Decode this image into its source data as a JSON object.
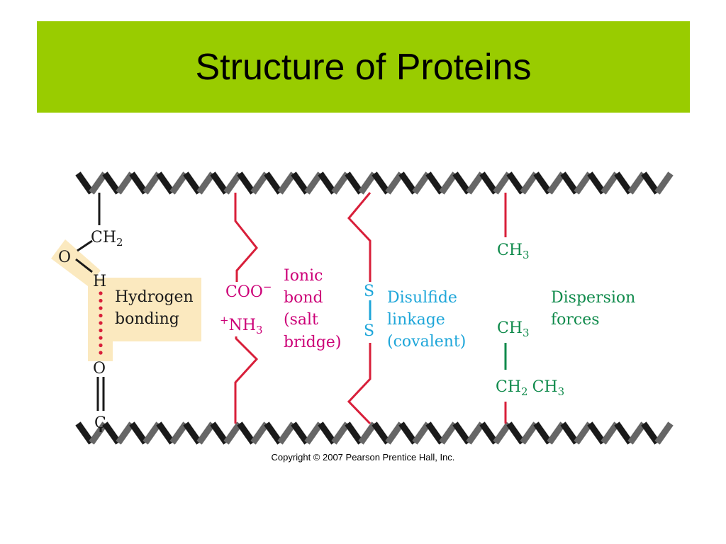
{
  "slide": {
    "title": "Structure of Proteins",
    "copyright": "Copyright © 2007 Pearson Prentice Hall, Inc."
  },
  "colors": {
    "title_bar": "#99cc00",
    "backbone_dark": "#1a1a1a",
    "backbone_light": "#666666",
    "hydrogen_highlight": "#fbe9bf",
    "ionic": "#cc0077",
    "link_red": "#d81f3a",
    "disulfide": "#1ea6d9",
    "dispersion": "#0f8a4b"
  },
  "hydrogen": {
    "ch2": "CH",
    "ch2_sub": "2",
    "o_top": "O",
    "h": "H",
    "o_bottom": "O",
    "c": "C",
    "label_1": "Hydrogen",
    "label_2": "bonding"
  },
  "ionic": {
    "coo": "COO",
    "coo_sup": "−",
    "nh3_sup": "+",
    "nh3": "NH",
    "nh3_sub": "3",
    "label_1": "Ionic",
    "label_2": "bond",
    "label_3": "(salt",
    "label_4": "bridge)"
  },
  "disulfide": {
    "s_top": "S",
    "s_bottom": "S",
    "label_1": "Disulfide",
    "label_2": "linkage",
    "label_3": "(covalent)"
  },
  "dispersion": {
    "ch3_top": "CH",
    "ch3_top_sub": "3",
    "ch3_mid": "CH",
    "ch3_mid_sub": "3",
    "ch2": "CH",
    "ch2_sub": "2",
    "ch3_end": "CH",
    "ch3_end_sub": "3",
    "label_1": "Dispersion",
    "label_2": "forces"
  }
}
